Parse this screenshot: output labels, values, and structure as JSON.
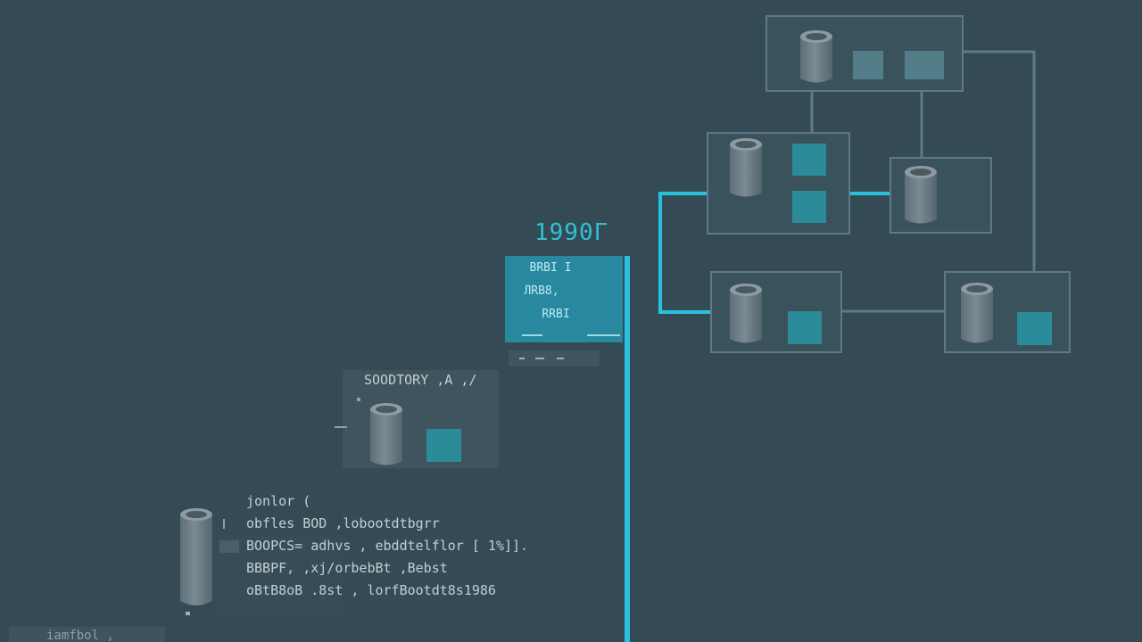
{
  "year_label": "1990Г",
  "highlight_box": {
    "lines": [
      "BRBI I",
      "ЛRB8,",
      "RRBI"
    ]
  },
  "secondary_section": {
    "label": "SOODTORY ,А ,/"
  },
  "code_block": {
    "lines": [
      "jonlor (",
      "obfles BOD ,lobootdtbgrr",
      "BOOPCS= adhvs , ebddtelflor [ 1%]].",
      "BBBPF, ,xj/orbebBt ,Bebst",
      "oBtB8oB .8st , lorfBootdt8s1986"
    ]
  },
  "footer_label": "iamfbol ,",
  "colors": {
    "background": "#344a54",
    "accent_cyan": "#29c2dc",
    "node_fill_teal": "#2b8c9b",
    "node_fill_grey": "#507c88",
    "cylinder": "#6c7d85",
    "frame_stroke": "#5e7a85"
  }
}
